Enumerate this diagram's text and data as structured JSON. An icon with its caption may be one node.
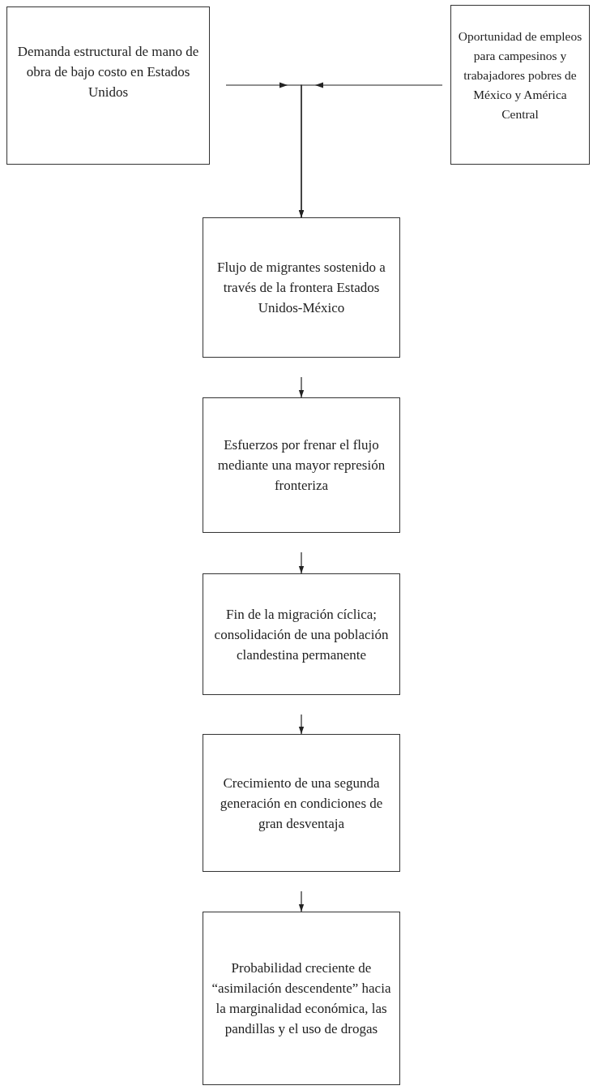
{
  "diagram": {
    "nodes": [
      {
        "text": [
          "Demanda estructural de mano de obra de bajo costo en Estados Unidos"
        ]
      },
      {
        "text": [
          "Oportunidad de empleos para campesinos y trabajadores pobres de México y América Central"
        ]
      },
      {
        "text": [
          "Flujo de migrantes sostenido a través de la frontera Estados Unidos-México"
        ]
      },
      {
        "text": [
          "Esfuerzos por frenar el flujo mediante una mayor represión fronteriza"
        ]
      },
      {
        "text": [
          "Fin de la migración cíclica; consolidación de una población clandestina permanente"
        ]
      },
      {
        "text": [
          "Crecimiento de una segunda generación en condiciones de gran desventaja"
        ]
      },
      {
        "text": [
          "Probabilidad creciente de “asimilación descendente” hacia la marginalidad económica, las pandillas y el uso de drogas"
        ]
      }
    ],
    "edges": [
      {
        "from": 0,
        "to": 2,
        "arrow": "to"
      },
      {
        "from": 1,
        "to": 2,
        "arrow": "to"
      },
      {
        "from": 2,
        "to": 3,
        "arrow": "to"
      },
      {
        "from": 3,
        "to": 4,
        "arrow": "to"
      },
      {
        "from": 4,
        "to": 5,
        "arrow": "to"
      },
      {
        "from": 5,
        "to": 6,
        "arrow": "to"
      }
    ]
  }
}
